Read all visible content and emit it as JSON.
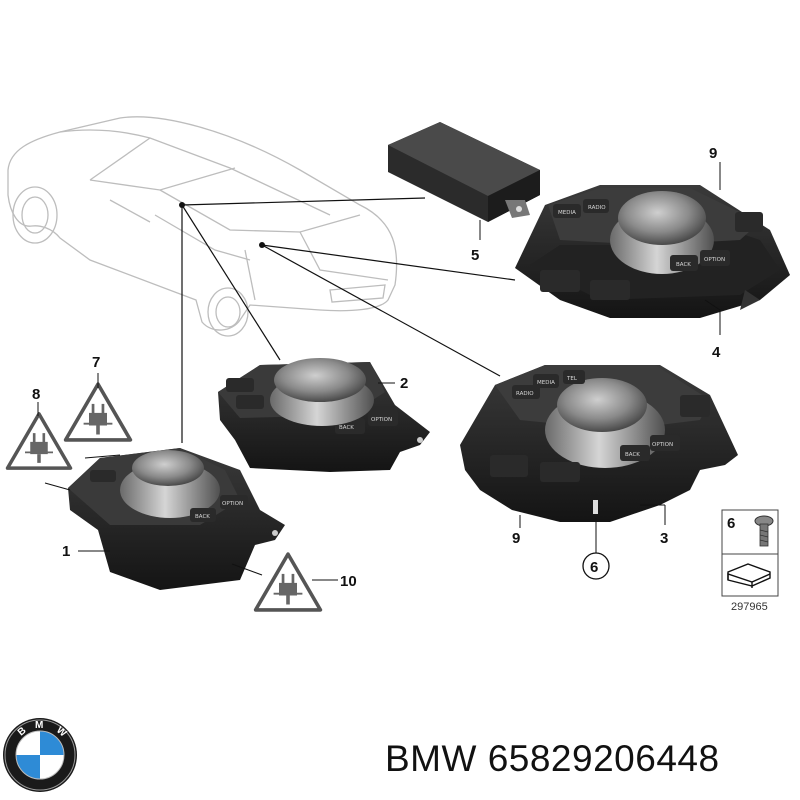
{
  "callouts": {
    "c1": "1",
    "c2": "2",
    "c3": "3",
    "c4": "4",
    "c5": "5",
    "c6": "6",
    "c7": "7",
    "c8": "8",
    "c9a": "9",
    "c9b": "9",
    "c10": "10"
  },
  "knob_buttons": {
    "media": "MEDIA",
    "radio": "RADIO",
    "tel": "TEL",
    "back": "BACK",
    "option": "OPTION"
  },
  "reference_box": {
    "item_number": "6",
    "drawing_number": "297965"
  },
  "logo": {
    "name": "bmw-roundel",
    "letters": "BMW",
    "colors": {
      "blue": "#2e8bd6",
      "ring": "#1a1a1a",
      "white": "#ffffff"
    }
  },
  "caption": {
    "text": "BMW 65829206448"
  },
  "icons": [
    "car-outline-icon",
    "warning-plug-icon",
    "screw-icon",
    "mounting-bracket-icon"
  ]
}
